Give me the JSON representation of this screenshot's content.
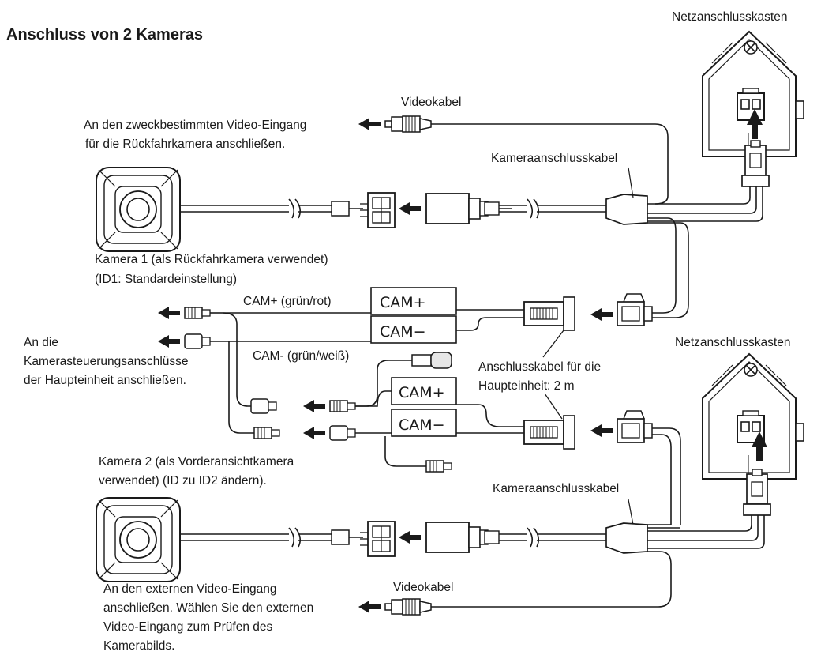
{
  "title": "Anschluss von 2 Kameras",
  "labels": {
    "power_box_top": "Netzanschlusskasten",
    "power_box_bottom": "Netzanschlusskasten",
    "video_cable_top": "Videokabel",
    "video_cable_bottom": "Videokabel",
    "video_input_rear_1": "An den zweckbestimmten Video-Eingang",
    "video_input_rear_2": "für die Rückfahrkamera anschließen.",
    "camera_cable_top": "Kameraanschlusskabel",
    "camera_cable_bottom": "Kameraanschlusskabel",
    "camera1_1": "Kamera 1 (als Rückfahrkamera verwendet)",
    "camera1_2": "(ID1: Standardeinstellung)",
    "cam_plus_wire": "CAM+ (grün/rot)",
    "cam_minus_wire": "CAM- (grün/weiß)",
    "cam_plus_tag": "CAM+",
    "cam_minus_tag": "CAM−",
    "head_unit_1": "An die",
    "head_unit_2": "Kamerasteuerungsanschlüsse",
    "head_unit_3": "der Haupteinheit anschließen.",
    "main_cable_1": "Anschlusskabel für die",
    "main_cable_2": "Haupteinheit:  2 m",
    "camera2_1": "Kamera 2 (als Vorderansichtkamera",
    "camera2_2": "verwendet) (ID zu ID2 ändern).",
    "ext_input_1": "An den externen Video-Eingang",
    "ext_input_2": "anschließen. Wählen Sie den externen",
    "ext_input_3": "Video-Eingang zum Prüfen des",
    "ext_input_4": "Kamerabilds."
  }
}
